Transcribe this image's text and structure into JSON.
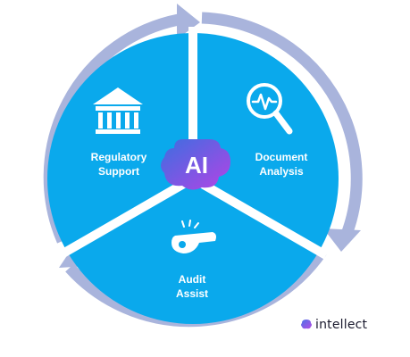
{
  "segments": [
    {
      "id": "regulatory",
      "label": "Regulatory\nSupport",
      "icon": "bank-building-icon"
    },
    {
      "id": "document",
      "label": "Document\nAnalysis",
      "icon": "magnifier-waveform-icon"
    },
    {
      "id": "audit",
      "label": "Audit\nAssist",
      "icon": "whistle-icon"
    }
  ],
  "center_badge": {
    "text": "AI",
    "icon": "ai-cloud-badge-icon"
  },
  "brand": {
    "name": "intellect",
    "icon": "intellect-logo-icon"
  },
  "colors": {
    "wheel_fill": "#0aa9ec",
    "outer_ring": "#a9b4dc",
    "divider": "#ffffff",
    "badge_gradient_start": "#3b6fe0",
    "badge_gradient_end": "#b443e6"
  }
}
